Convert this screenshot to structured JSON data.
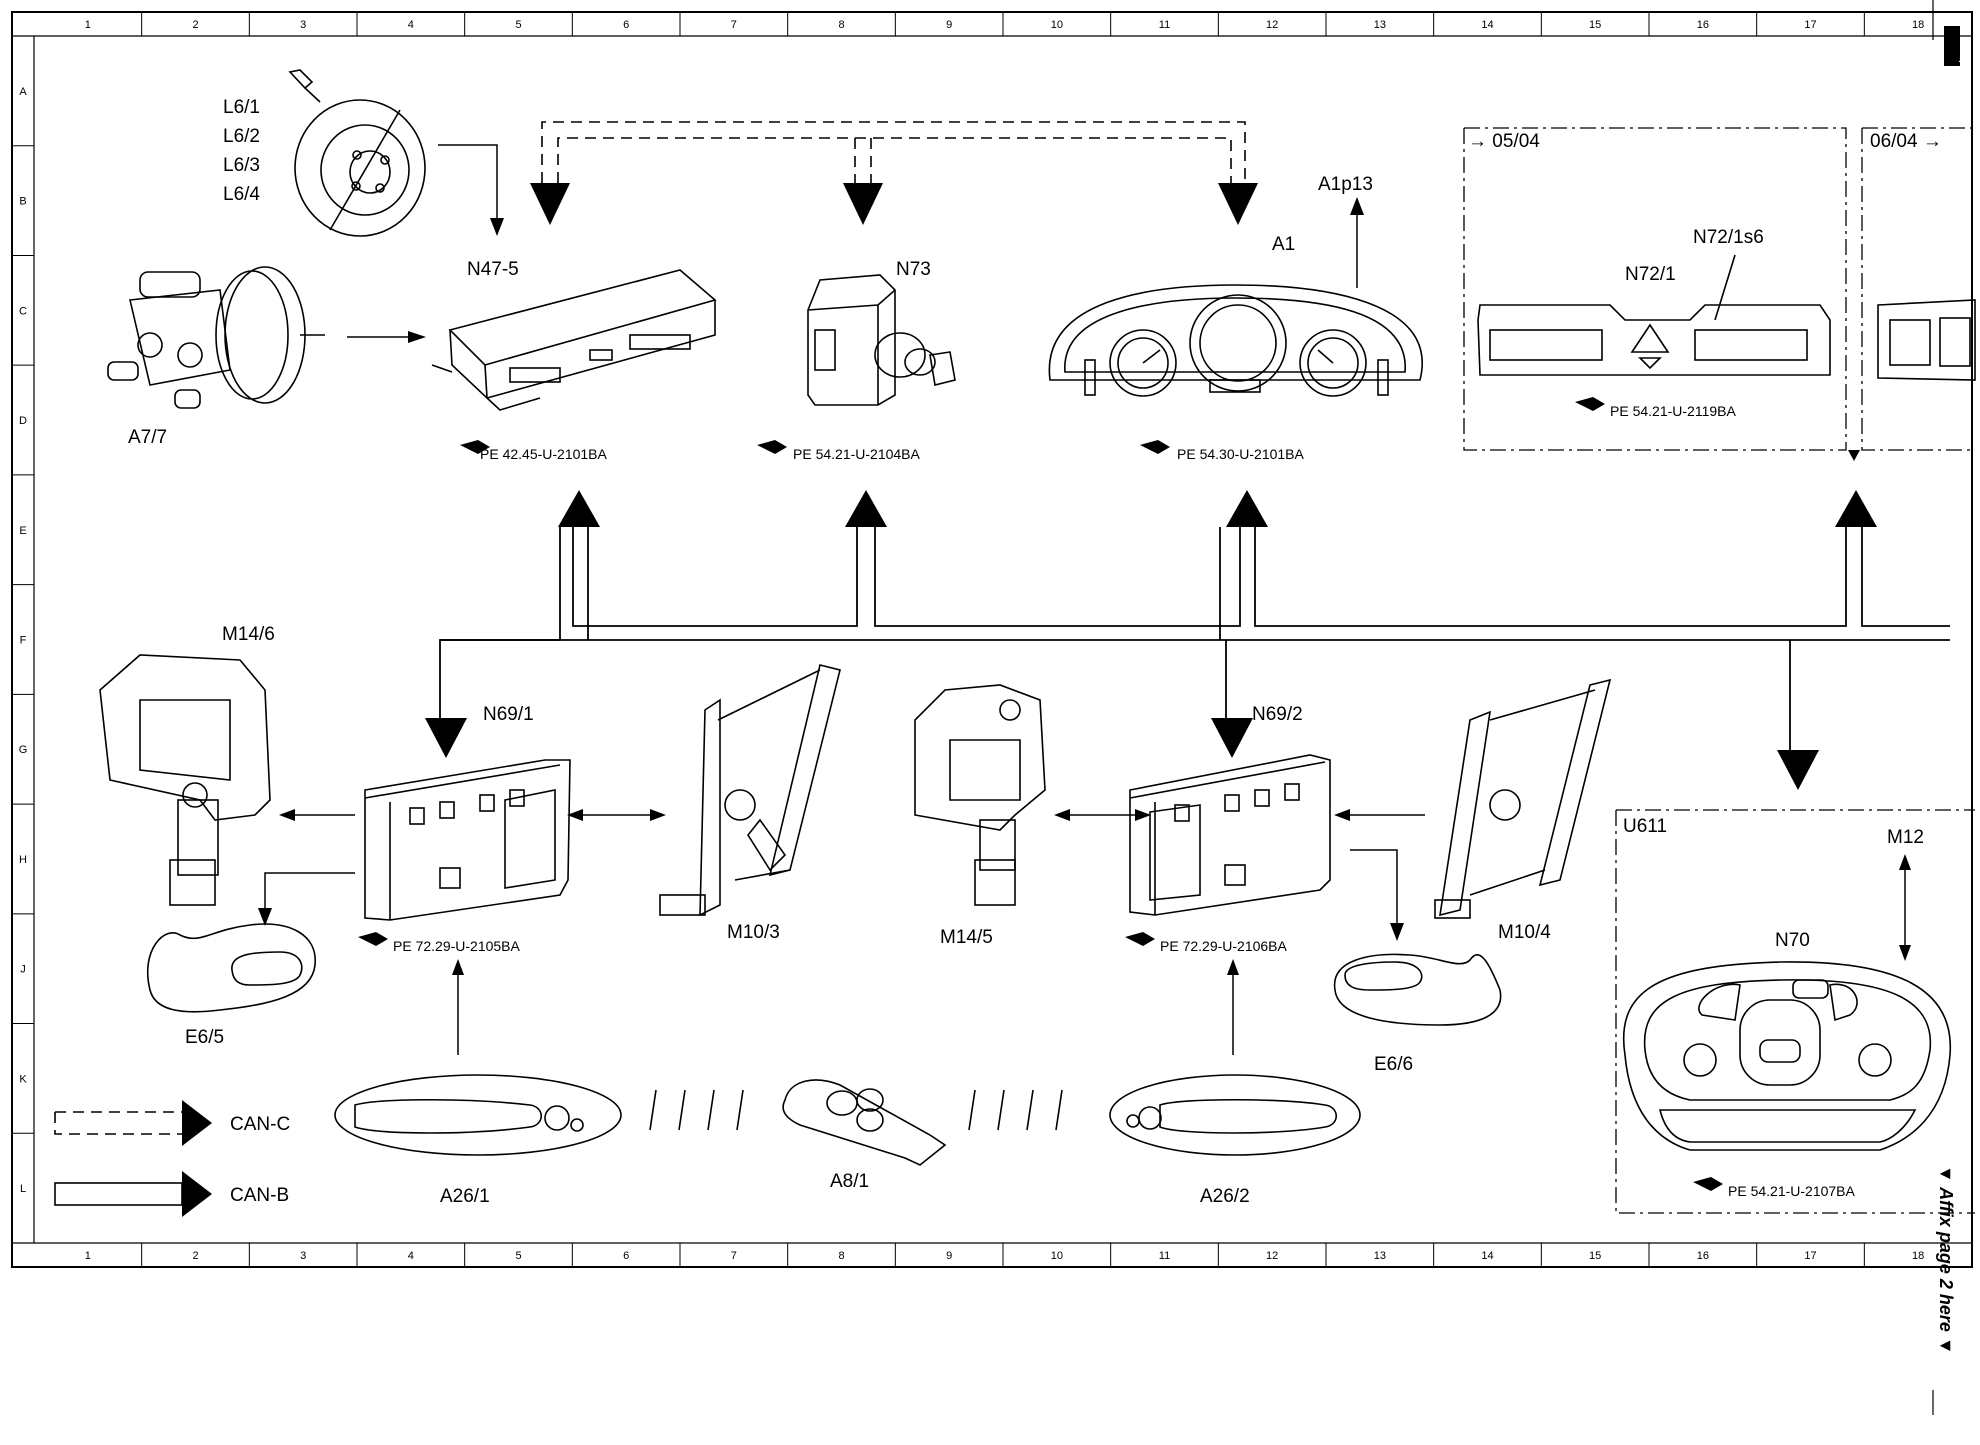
{
  "grid": {
    "columns": [
      "1",
      "2",
      "3",
      "4",
      "5",
      "6",
      "7",
      "8",
      "9",
      "10",
      "11",
      "12",
      "13",
      "14",
      "15",
      "16",
      "17",
      "18"
    ],
    "rows": [
      "A",
      "B",
      "C",
      "D",
      "E",
      "F",
      "G",
      "H",
      "J",
      "K",
      "L"
    ]
  },
  "components": {
    "l6": [
      "L6/1",
      "L6/2",
      "L6/3",
      "L6/4"
    ],
    "a7_7": "A7/7",
    "n47_5": "N47-5",
    "n73": "N73",
    "a1": "A1",
    "a1p13": "A1p13",
    "n72_1": "N72/1",
    "n72_1s6": "N72/1s6",
    "m14_6": "M14/6",
    "n69_1": "N69/1",
    "m10_3": "M10/3",
    "m14_5": "M14/5",
    "n69_2": "N69/2",
    "m10_4": "M10/4",
    "e6_5": "E6/5",
    "e6_6": "E6/6",
    "a26_1": "A26/1",
    "a8_1": "A8/1",
    "a26_2": "A26/2",
    "u611": "U611",
    "m12": "M12",
    "n70": "N70"
  },
  "references": {
    "n47_5": "PE 42.45-U-2101BA",
    "n73": "PE 54.21-U-2104BA",
    "a1": "PE 54.30-U-2101BA",
    "n72_1": "PE 54.21-U-2119BA",
    "n69_1": "PE 72.29-U-2105BA",
    "n69_2": "PE 72.29-U-2106BA",
    "n70": "PE 54.21-U-2107BA"
  },
  "boxes": {
    "box1_label": "→ 05/04",
    "box2_label": "06/04 →"
  },
  "legend": {
    "can_c": "CAN-C",
    "can_b": "CAN-B"
  },
  "side_note": "▼ Affix page 2 here ▼",
  "corner_mark": "."
}
